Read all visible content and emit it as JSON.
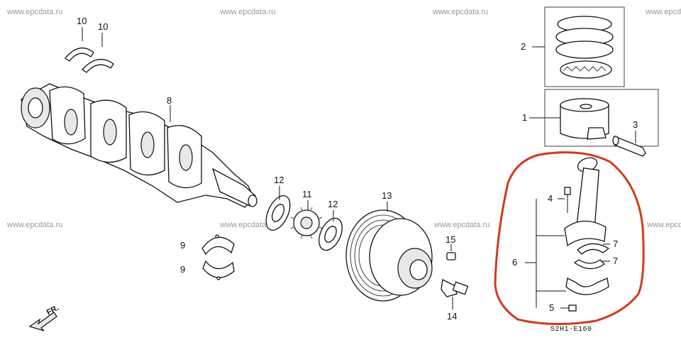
{
  "watermark": "www.epcdata.ru",
  "drawing_code": "S2H1-E160",
  "direction_label": "FR.",
  "callouts": {
    "c1": "1",
    "c2": "2",
    "c3": "3",
    "c4": "4",
    "c5": "5",
    "c6": "6",
    "c7a": "7",
    "c7b": "7",
    "c8": "8",
    "c9a": "9",
    "c9b": "9",
    "c10a": "10",
    "c10b": "10",
    "c11": "11",
    "c12a": "12",
    "c12b": "12",
    "c13": "13",
    "c14": "14",
    "c15": "15"
  },
  "colors": {
    "highlight": "#d23a1e",
    "ink": "#111111",
    "watermark": "#9a9a9a"
  }
}
